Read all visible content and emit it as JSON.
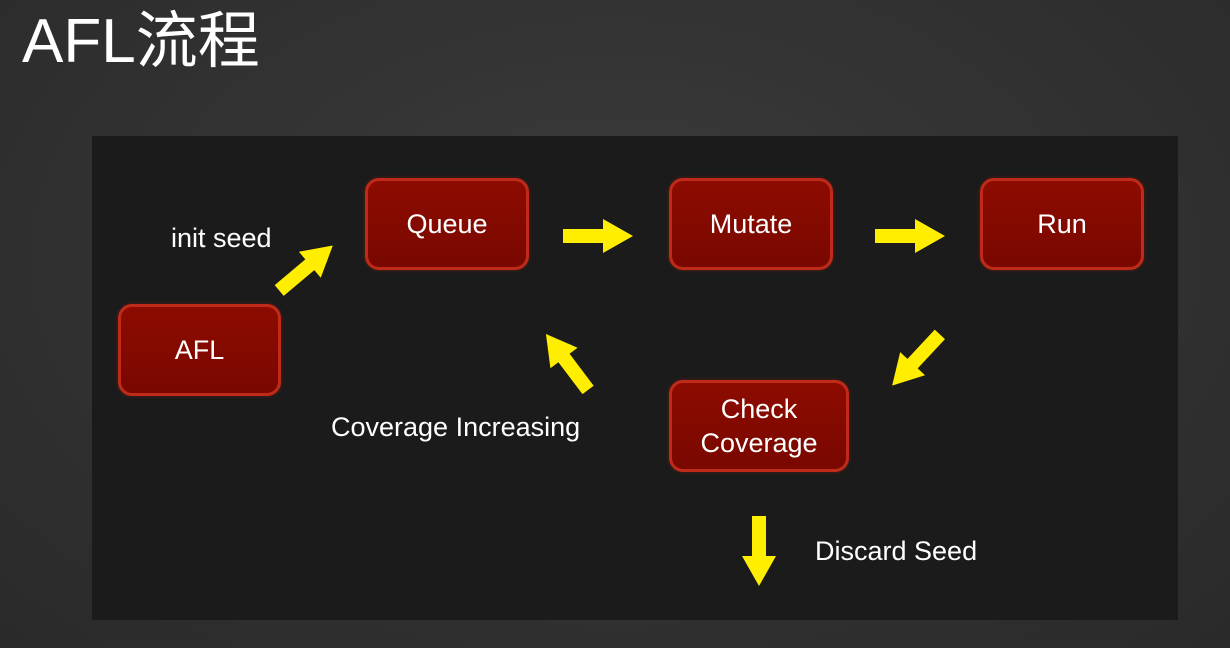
{
  "title": "AFL流程",
  "diagram": {
    "nodes": {
      "afl": "AFL",
      "queue": "Queue",
      "mutate": "Mutate",
      "run": "Run",
      "check_coverage": "Check\nCoverage"
    },
    "edge_labels": {
      "init_seed": "init seed",
      "coverage_increasing": "Coverage Increasing",
      "discard_seed": "Discard Seed"
    },
    "colors": {
      "node_fill": "#8d0b00",
      "node_border": "#c02a18",
      "arrow": "#ffee00",
      "panel": "#1b1b1b"
    }
  }
}
